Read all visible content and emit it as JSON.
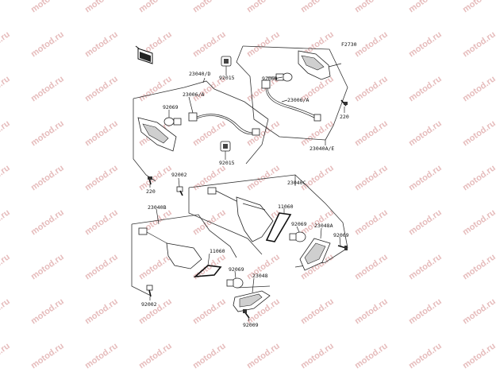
{
  "watermark": {
    "text": "motod.ru"
  },
  "figure_code": "F2730",
  "labels": {
    "p92015_top": "92015",
    "p23040d": "23040/D",
    "p23006a_left": "23006/A",
    "p92069_left": "92069",
    "p92015_mid": "92015",
    "p220_left": "220",
    "p92069_upper_right": "92069",
    "p23006a_right": "23006/A",
    "p220_right": "220",
    "p23040ae": "23040A/E",
    "p92002_mid": "92002",
    "p23040c": "23040C",
    "p11060_right": "11060",
    "p92069_mid_right": "92069",
    "p23048a": "23048A",
    "p92009_right": "92009",
    "p23040b": "23040B",
    "p11060_left": "11060",
    "p92069_bottom": "92069",
    "p23048": "23048",
    "p92002_bottom": "92002",
    "p92009_bottom": "92009"
  }
}
